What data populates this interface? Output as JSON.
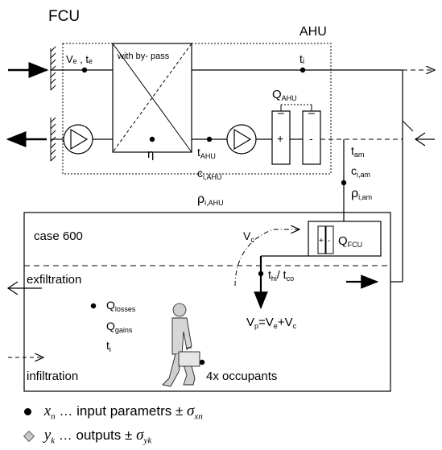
{
  "labels": {
    "fcu_title": "FCU",
    "ahu_title": "AHU",
    "ve_te": "Vₑ , tₑ",
    "with_bypass": "with by- pass",
    "ti_top": "tᵢ",
    "q_ahu": "Q",
    "q_ahu_sub": "AHU",
    "eta": "η",
    "t_ahu": "t",
    "t_ahu_sub": "AHU",
    "c_ahu": "c",
    "c_ahu_sub": "i,AHU",
    "rho_ahu": "ρ",
    "rho_ahu_sub": "i,AHU",
    "t_am": "t",
    "t_am_sub": "am",
    "c_am": "c",
    "c_am_sub": "i,am",
    "rho_am": "ρ",
    "rho_am_sub": "i,am",
    "case": "case 600",
    "vc": "V",
    "vc_sub": "c",
    "q_fcu": "Q",
    "q_fcu_sub": "FCU",
    "exfiltration": "exfiltration",
    "infiltration": "infiltration",
    "thi_tco": "t",
    "thi_tco_rest": "/ t",
    "thi_sub": "hi",
    "tco_sub": "co",
    "q_losses": "Q",
    "q_losses_sub": "losses",
    "q_gains": "Q",
    "q_gains_sub": "gains",
    "ti_room": "t",
    "ti_room_sub": "i",
    "vp_eq": "V",
    "vp_sub": "p",
    "vp_eq_rest": "=V",
    "vp_e_sub": "e",
    "vp_plus": "+V",
    "vp_c_sub": "c",
    "occupants": "4x occupants",
    "plus_sign": "+",
    "minus_sign": "-"
  },
  "legend": {
    "input_var": "x",
    "input_sub": "n",
    "input_text": " … input parametrs ± ",
    "input_sigma": "σ",
    "input_sigma_sub": "xn",
    "output_var": "y",
    "output_sub": "k",
    "output_text": " … outputs ± ",
    "output_sigma": "σ",
    "output_sigma_sub": "yk"
  },
  "colors": {
    "line": "#000000",
    "input_marker": "#000000",
    "output_marker": "#c8c8c8"
  }
}
